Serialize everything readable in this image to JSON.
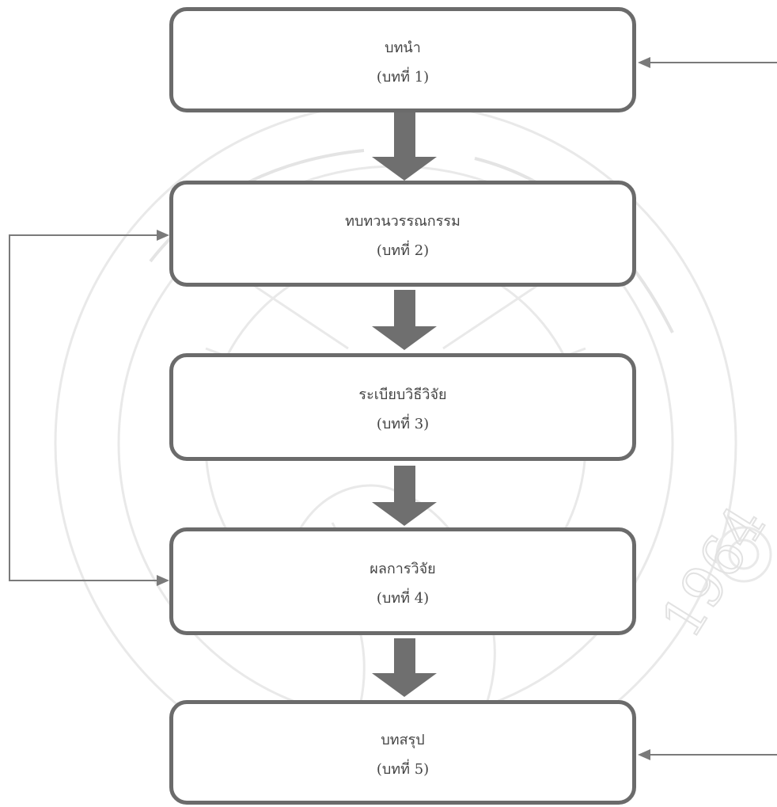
{
  "colors": {
    "box_border": "#6b6b6b",
    "flow_arrow": "#6f6f6f",
    "feedback_line": "#7a7a7a",
    "text": "#444444",
    "watermark": "#e6e6e6"
  },
  "watermark": {
    "description_icon": "university-seal-watermark-icon",
    "year": "1964"
  },
  "steps": [
    {
      "title": "บทนำ",
      "chapter": "(บทที่ 1)"
    },
    {
      "title": "ทบทวนวรรณกรรม",
      "chapter": "(บทที่ 2)"
    },
    {
      "title": "ระเบียบวิธีวิจัย",
      "chapter": "(บทที่ 3)"
    },
    {
      "title": "ผลการวิจัย",
      "chapter": "(บทที่ 4)"
    },
    {
      "title": "บทสรุป",
      "chapter": "(บทที่ 5)"
    }
  ]
}
